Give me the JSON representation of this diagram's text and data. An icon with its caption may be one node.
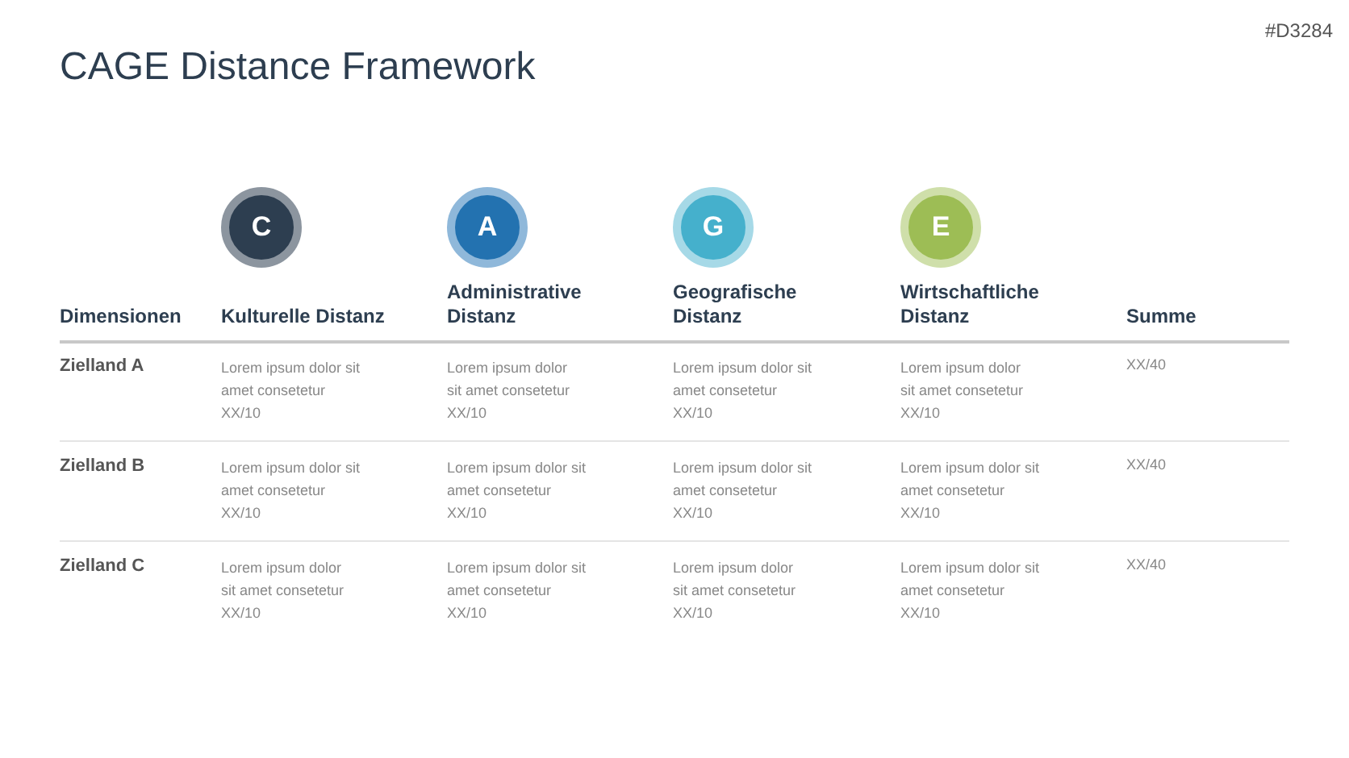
{
  "diagram": {
    "title": "CAGE Distance Framework",
    "nodes": [
      {
        "text": [
          "C"
        ]
      },
      {
        "text": [
          "A"
        ]
      },
      {
        "text": [
          "G"
        ]
      },
      {
        "text": [
          "E"
        ]
      }
    ],
    "labels": [
      "#D3284",
      "Dimensionen",
      "Kulturelle Distanz",
      "Administrative Distanz",
      "Geografische Distanz",
      "Wirtschaftliche Distanz",
      "Summe",
      "Zielland A",
      "Lorem ipsum dolor sit amet consetetur",
      "XX/10",
      "Lorem ipsum dolor sit amet consetetur",
      "XX/10",
      "Lorem ipsum dolor sit amet consetetur",
      "XX/10",
      "Lorem ipsum dolor sit amet consetetur",
      "XX/10",
      "XX/40",
      "Zielland B",
      "Lorem ipsum dolor sit amet consetetur",
      "XX/10",
      "Lorem ipsum dolor sit amet consetetur",
      "XX/10",
      "Lorem ipsum dolor sit amet consetetur",
      "XX/10",
      "Lorem ipsum dolor sit amet consetetur",
      "XX/10",
      "XX/40",
      "Zielland C",
      "Lorem ipsum dolor sit amet consetetur",
      "XX/10",
      "Lorem ipsum dolor sit amet consetetur",
      "XX/10",
      "Lorem ipsum dolor sit amet consetetur",
      "XX/10",
      "Lorem ipsum dolor sit amet consetetur",
      "XX/10",
      "XX/40"
    ]
  }
}
